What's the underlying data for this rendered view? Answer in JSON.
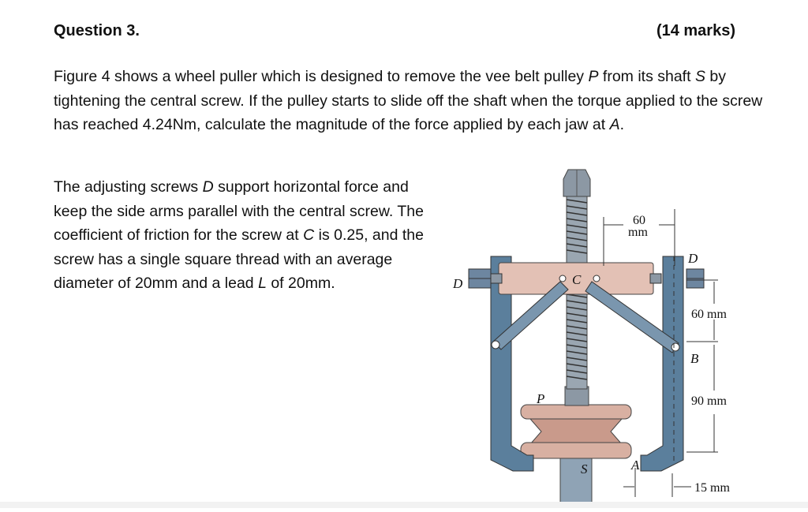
{
  "question": {
    "title": "Question 3.",
    "marks": "(14 marks)"
  },
  "intro": {
    "t1": "Figure 4 shows a wheel puller which is designed to remove the vee belt pulley ",
    "p": "P",
    "t2": " from its shaft ",
    "s": "S",
    "t3": " by tightening the central screw.  If the pulley starts to slide off the shaft when the torque applied to the screw has reached 4.24Nm, calculate the magnitude of the force applied by each jaw at ",
    "a": "A",
    "t4": "."
  },
  "side": {
    "t1": "The adjusting screws ",
    "d": "D",
    "t2": " support horizontal force and keep the side arms parallel with the central screw.  The coefficient of friction for the screw at ",
    "c": "C",
    "t3": " is 0.25, and the screw has a single square thread with an average diameter of 20mm and a lead ",
    "l": "L",
    "t4": " of 20mm."
  },
  "figure": {
    "labels": {
      "D_left": "D",
      "D_right": "D",
      "C": "C",
      "B": "B",
      "P": "P",
      "S": "S",
      "A": "A"
    },
    "dims": {
      "top_num": "60",
      "top_unit": "mm",
      "d60": "60 mm",
      "d90": "90 mm",
      "d15": "15 mm"
    },
    "colors": {
      "arm_blue": "#5b7f9c",
      "arm_dark": "#3f6078",
      "crossbar": "#e3c1b5",
      "pulley": "#d8b0a2",
      "screw_gray": "#8c98a4"
    }
  }
}
